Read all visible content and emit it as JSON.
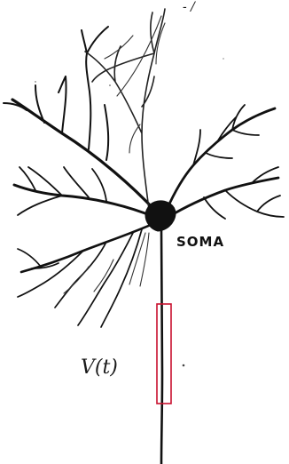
{
  "figure": {
    "subject": "neuron-sketch",
    "labels": {
      "soma": "SOMA",
      "voltage": "V(t)"
    },
    "top_partial_text": "- /"
  },
  "colors": {
    "ink": "#111111",
    "highlight_box": "#c8102e",
    "background": "#ffffff"
  }
}
